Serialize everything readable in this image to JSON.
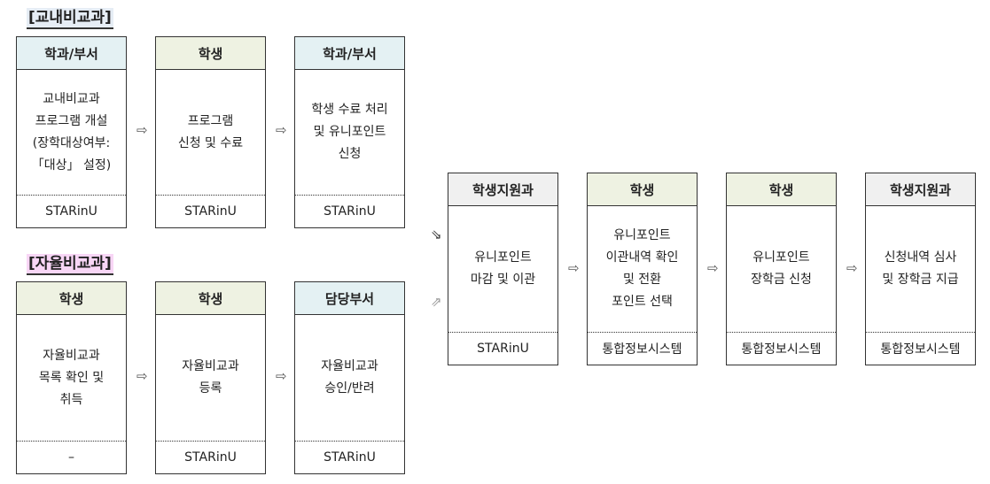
{
  "sections": {
    "internal": {
      "title": "[교내비교과]",
      "bg": "#e6edf5"
    },
    "self": {
      "title": "[자율비교과]",
      "bg": "#f8d6f6"
    }
  },
  "colors": {
    "dept": "#e4f1f3",
    "student": "#eef2e2",
    "support": "#f0f0f0"
  },
  "internal_steps": [
    {
      "actor": "학과/부서",
      "task": "교내비교과\n프로그램 개설\n(장학대상여부:\n「대상」 설정)",
      "system": "STARinU"
    },
    {
      "actor": "학생",
      "task": "프로그램\n신청 및 수료",
      "system": "STARinU"
    },
    {
      "actor": "학과/부서",
      "task": "학생 수료 처리\n및 유니포인트\n신청",
      "system": "STARinU"
    }
  ],
  "self_steps": [
    {
      "actor": "학생",
      "task": "자율비교과\n목록 확인 및\n취득",
      "system": "–"
    },
    {
      "actor": "학생",
      "task": "자율비교과\n등록",
      "system": "STARinU"
    },
    {
      "actor": "담당부서",
      "task": "자율비교과\n승인/반려",
      "system": "STARinU"
    }
  ],
  "final_steps": [
    {
      "actor": "학생지원과",
      "task": "유니포인트\n마감 및 이관",
      "system": "STARinU"
    },
    {
      "actor": "학생",
      "task": "유니포인트\n이관내역 확인\n및 전환\n포인트 선택",
      "system": "통합정보시스템"
    },
    {
      "actor": "학생",
      "task": "유니포인트\n장학금 신청",
      "system": "통합정보시스템"
    },
    {
      "actor": "학생지원과",
      "task": "신청내역 심사\n및 장학금 지급",
      "system": "통합정보시스템"
    }
  ],
  "arrows": {
    "right": "⇨",
    "down_right": "⇘",
    "up_right": "⇗"
  }
}
